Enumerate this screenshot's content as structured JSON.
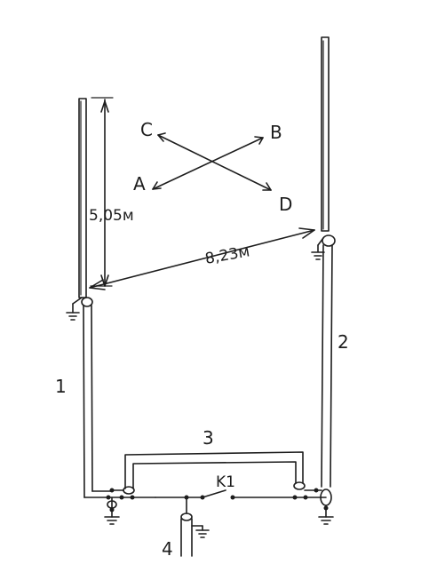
{
  "diagram": {
    "directions": {
      "c": "C",
      "b": "B",
      "a": "A",
      "d": "D"
    },
    "dimensions": {
      "height": "5,05м",
      "spacing": "8,23м"
    },
    "labels": {
      "line1": "1",
      "line2": "2",
      "line3": "3",
      "line4": "4",
      "switch": "K1"
    },
    "ink_color": "#1d1d1d",
    "background": "#ffffff"
  }
}
